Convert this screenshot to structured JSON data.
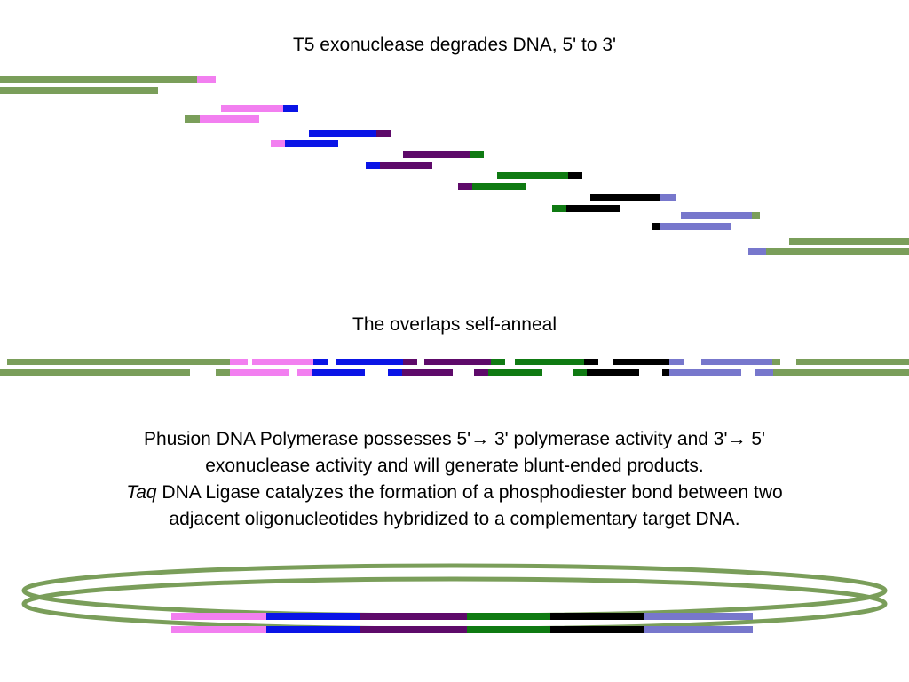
{
  "title": "T5 exonuclease degrades DNA,  5' to 3'",
  "anneal_caption": "The overlaps self-anneal",
  "description": {
    "line1_prefix": "Phusion DNA Polymerase possesses 5'",
    "arrow1": "→",
    "line1_mid": " 3' polymerase activity and 3'",
    "arrow2": "→",
    "line1_suffix": " 5'",
    "line2": "exonuclease activity and will generate blunt-ended products.",
    "line3_italic": "Taq",
    "line3_rest": " DNA Ligase catalyzes the formation of a phosphodiester bond between two",
    "line4": "adjacent oligonucleotides hybridized to a complementary target DNA."
  },
  "colors": {
    "vector": "#7a9e5a",
    "fragment1": "#f27ff0",
    "fragment2": "#0a14e6",
    "fragment3": "#5e0a6a",
    "fragment4": "#0f7a12",
    "fragment5": "#000000",
    "fragment6": "#7777cc"
  }
}
